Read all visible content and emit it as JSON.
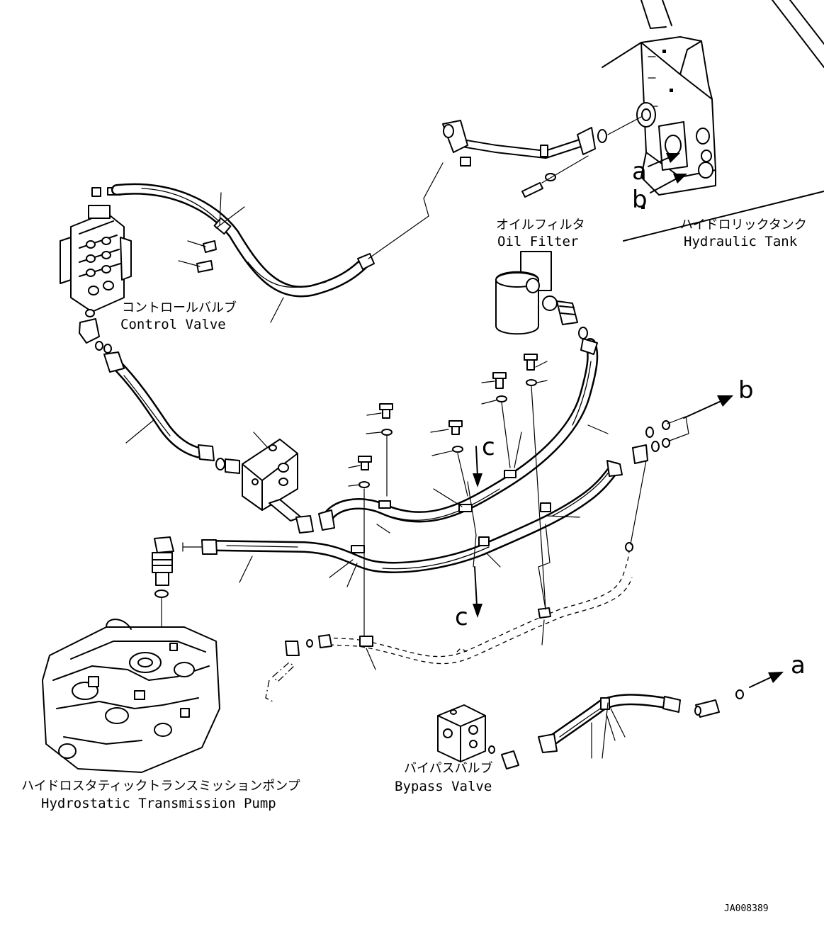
{
  "labels": {
    "control_valve_jp": "コントロールバルブ",
    "control_valve_en": "Control Valve",
    "oil_filter_jp": "オイルフィルタ",
    "oil_filter_en": "Oil Filter",
    "hydraulic_tank_jp": "ハイドロリックタンク",
    "hydraulic_tank_en": "Hydraulic Tank",
    "hst_pump_jp": "ハイドロスタティックトランスミッションポンプ",
    "hst_pump_en": "Hydrostatic Transmission Pump",
    "bypass_valve_jp": "バイパスバルブ",
    "bypass_valve_en": "Bypass Valve"
  },
  "markers": {
    "a": "a",
    "b": "b",
    "c": "c"
  },
  "drawing_code": "JA008389"
}
